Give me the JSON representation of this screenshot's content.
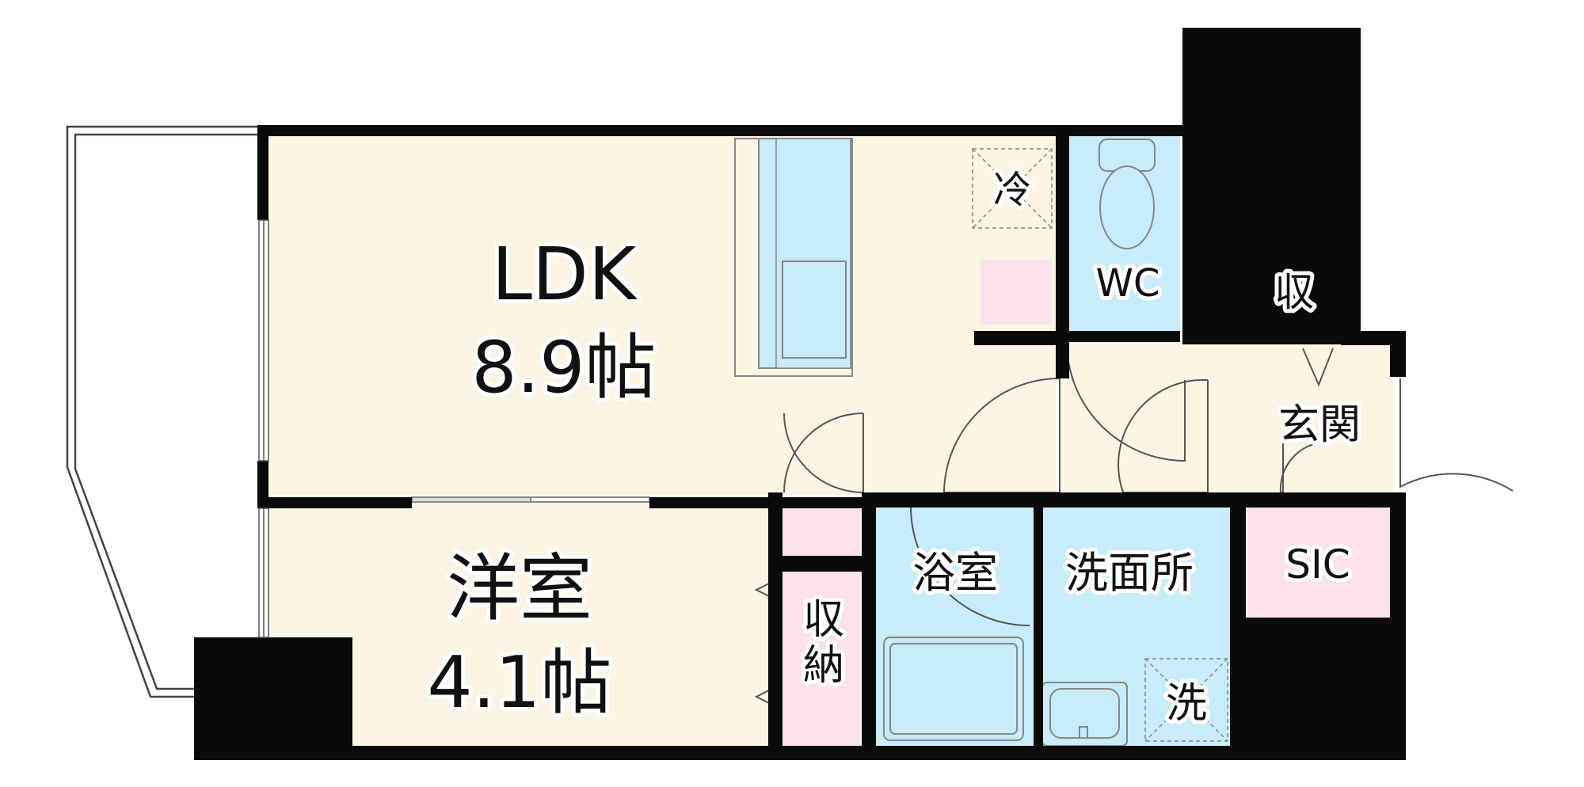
{
  "floorplan": {
    "ldk": {
      "name": "LDK",
      "size": "8.9帖"
    },
    "western_room": {
      "name": "洋室",
      "size": "4.1帖"
    },
    "wc": "WC",
    "storage_top": "収",
    "entrance": "玄関",
    "sic": "SIC",
    "bathroom": "浴室",
    "washroom": "洗面所",
    "closet": "収納",
    "fridge": "冷",
    "washer": "洗"
  },
  "colors": {
    "wall": "#0a0a0a",
    "room_floor": "#fdf5e3",
    "wet_area": "#c8ecf9",
    "storage": "#fbe1ea",
    "balcony_line": "#444444"
  }
}
